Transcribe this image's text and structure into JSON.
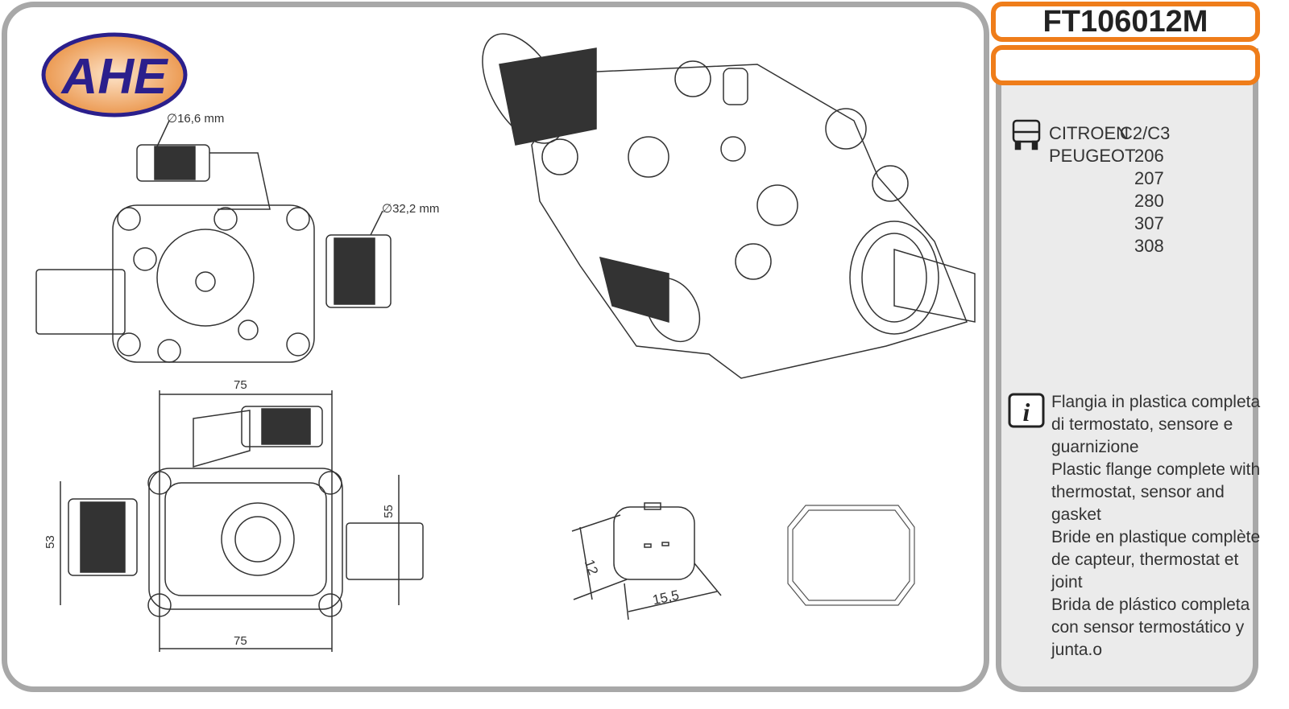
{
  "brand": "AHE",
  "part_code": "FT106012M",
  "dimensions": {
    "hose_small": "∅16,6 mm",
    "hose_large": "∅32,2 mm",
    "width_top": "75",
    "width_bottom": "75",
    "height_left": "53",
    "height_right": "55",
    "connector_h": "12",
    "connector_w": "15,5"
  },
  "applications": [
    {
      "make": "CITROEN",
      "model": "C2/C3"
    },
    {
      "make": "PEUGEOT",
      "model": "206"
    },
    {
      "make": "",
      "model": "207"
    },
    {
      "make": "",
      "model": "280"
    },
    {
      "make": "",
      "model": "307"
    },
    {
      "make": "",
      "model": "308"
    }
  ],
  "description": [
    "Flangia in plastica completa di termostato, sensore e guarnizione",
    "Plastic flange complete with thermostat, sensor and gasket",
    "Bride en plastique complète de capteur, thermostat et joint",
    "Brida de plástico completa con sensor termostático y junta.o"
  ],
  "colors": {
    "accent": "#ef7d1a",
    "logo_blue": "#2b1f8c",
    "border": "#a8a8a8"
  }
}
